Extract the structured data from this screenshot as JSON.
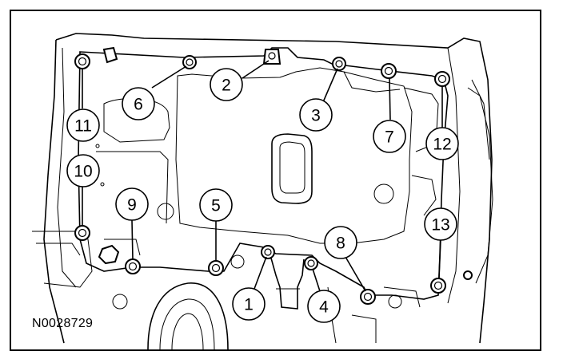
{
  "figure_code": "N0028729",
  "callouts": [
    {
      "id": "1",
      "label": "1"
    },
    {
      "id": "2",
      "label": "2"
    },
    {
      "id": "3",
      "label": "3"
    },
    {
      "id": "4",
      "label": "4"
    },
    {
      "id": "5",
      "label": "5"
    },
    {
      "id": "6",
      "label": "6"
    },
    {
      "id": "7",
      "label": "7"
    },
    {
      "id": "8",
      "label": "8"
    },
    {
      "id": "9",
      "label": "9"
    },
    {
      "id": "10",
      "label": "10"
    },
    {
      "id": "11",
      "label": "11"
    },
    {
      "id": "12",
      "label": "12"
    },
    {
      "id": "13",
      "label": "13"
    }
  ]
}
